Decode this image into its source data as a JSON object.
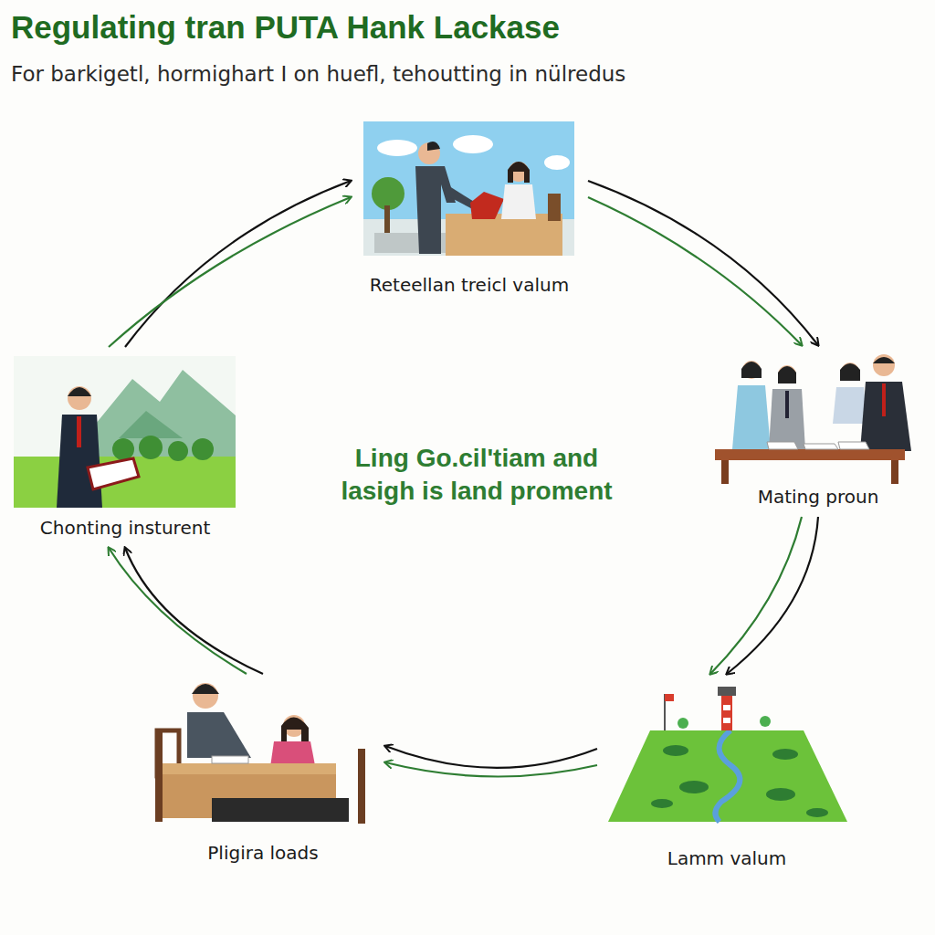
{
  "diagram": {
    "title": "Regulating tran PUTA Hank Lackase",
    "nodes": [
      {
        "text": [
          "Reteellan treicl valum"
        ]
      },
      {
        "text": [
          "Mating proun"
        ]
      },
      {
        "text": [
          "Lamm valum"
        ]
      },
      {
        "text": [
          "Pligira loads"
        ]
      },
      {
        "text": [
          "Chonting insturent"
        ]
      }
    ],
    "edges": [
      {
        "from": 0,
        "to": 1,
        "arrow": "to"
      },
      {
        "from": 1,
        "to": 2,
        "arrow": "to"
      },
      {
        "from": 2,
        "to": 3,
        "arrow": "to"
      },
      {
        "from": 3,
        "to": 4,
        "arrow": "to"
      },
      {
        "from": 4,
        "to": 0,
        "arrow": "to"
      }
    ],
    "labels": [
      "For barkigetl, hormighart I on huefl, tehoutting in nülredus",
      "Ling Go.cil'tiam and lasigh is land proment"
    ]
  }
}
